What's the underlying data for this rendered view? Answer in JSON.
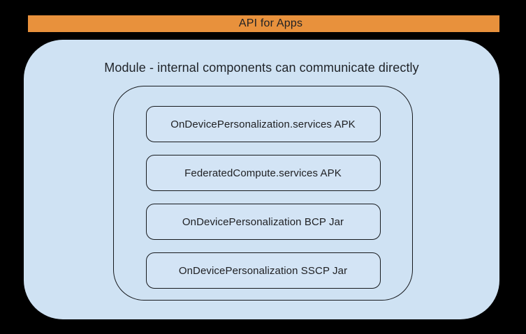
{
  "banner": {
    "label": "API for Apps",
    "background_color": "#E8913C",
    "text_color": "#202124"
  },
  "module": {
    "title": "Module - internal components can communicate directly",
    "background_color": "#CFE2F3",
    "border_color": "#16191d",
    "components": [
      {
        "label": "OnDevicePersonalization.services APK"
      },
      {
        "label": "FederatedCompute.services APK"
      },
      {
        "label": "OnDevicePersonalization BCP Jar"
      },
      {
        "label": "OnDevicePersonalization SSCP Jar"
      }
    ]
  },
  "page": {
    "background_color": "#000000"
  }
}
